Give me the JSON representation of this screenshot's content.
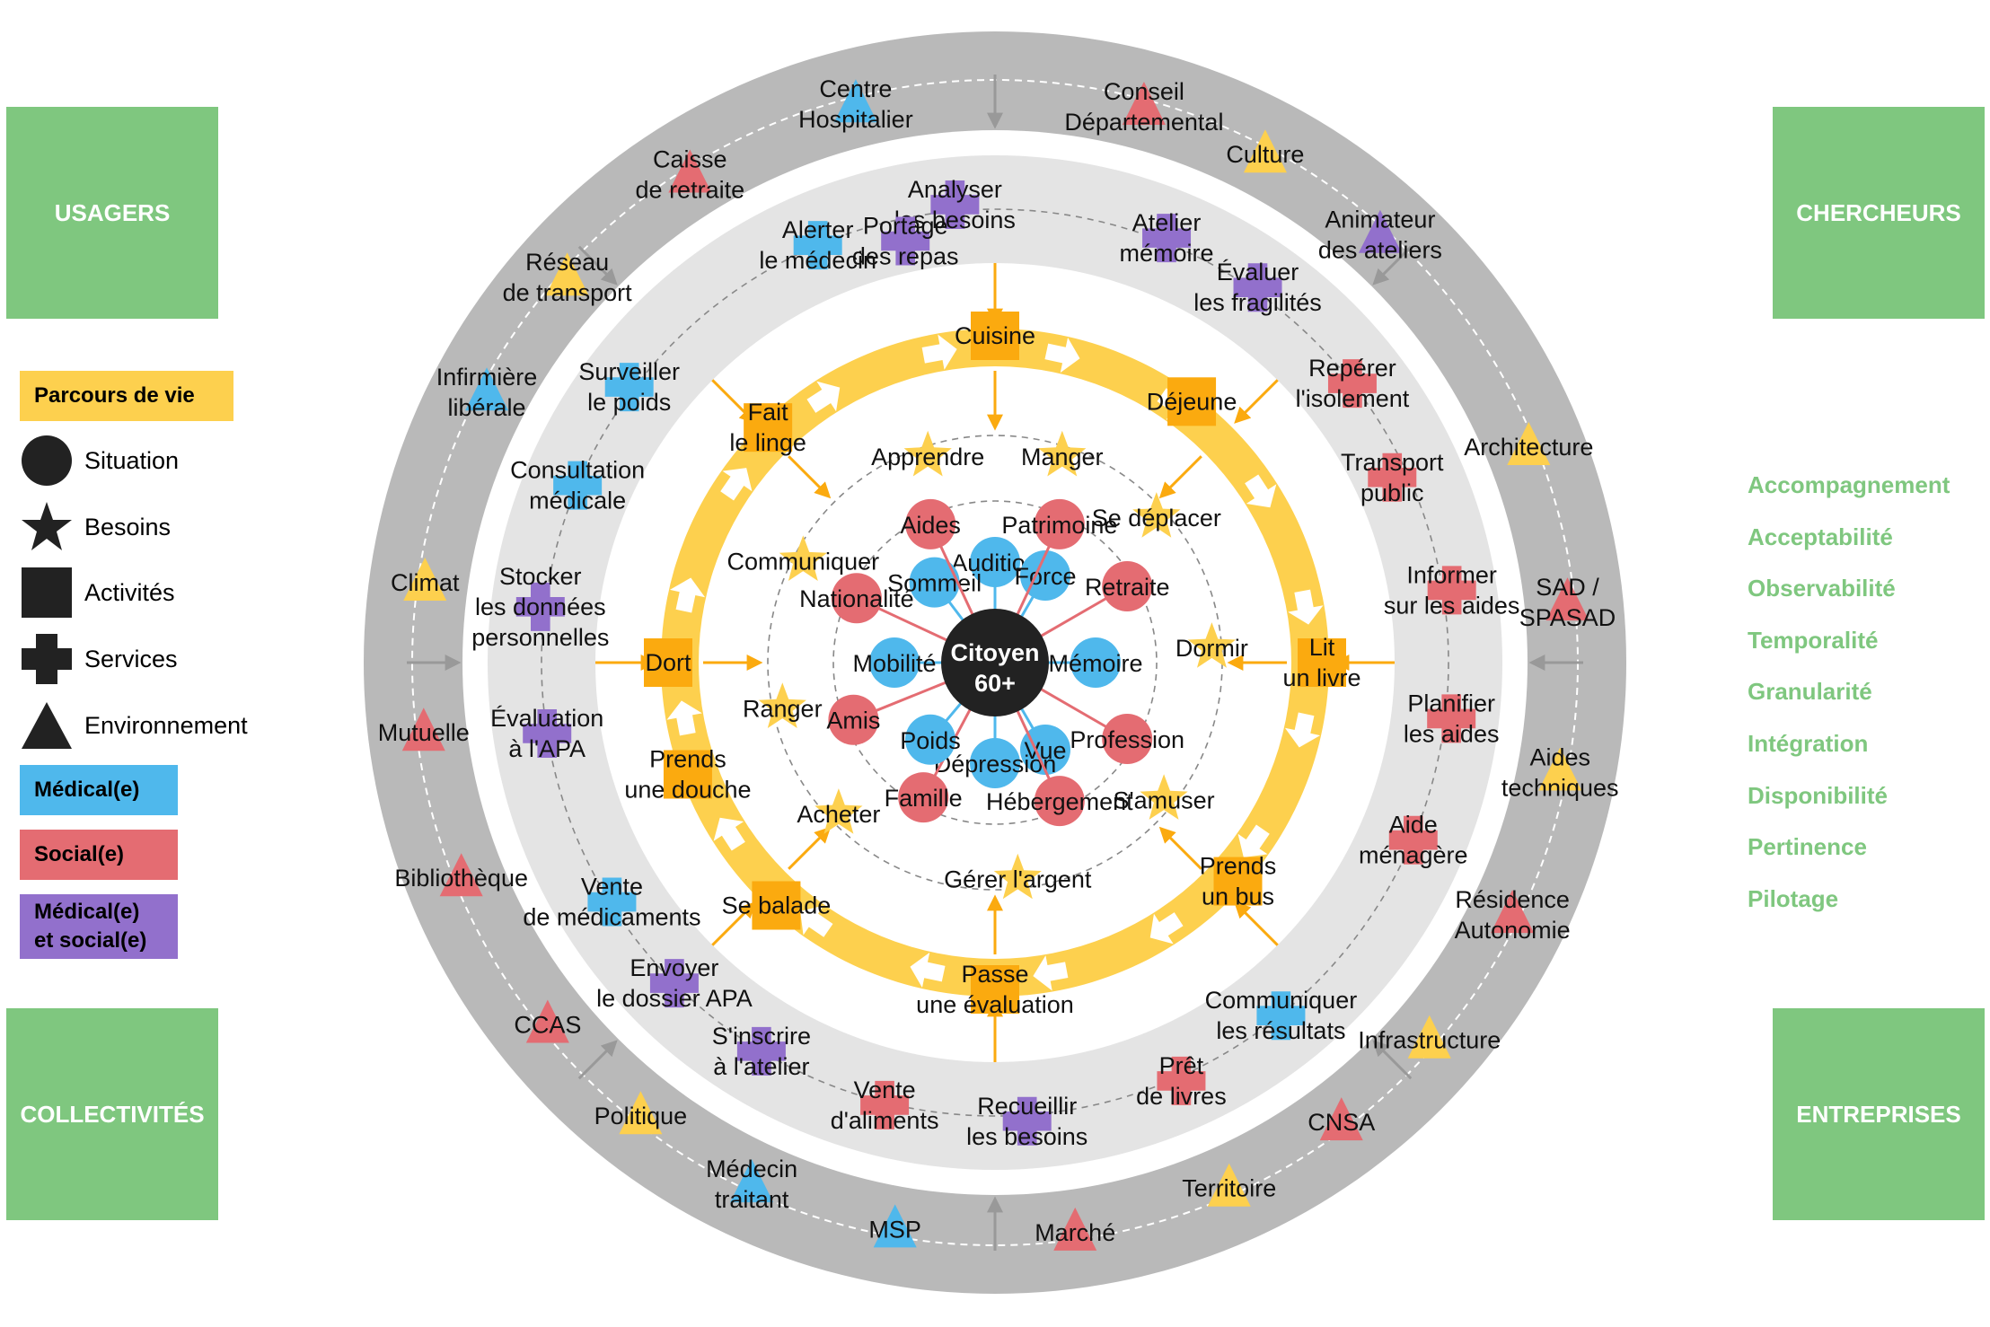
{
  "corners": {
    "usagers": "USAGERS",
    "chercheurs": "CHERCHEURS",
    "collectivites": "COLLECTIVITÉS",
    "entreprises": "ENTREPRISES"
  },
  "legend": {
    "parcours": "Parcours de vie",
    "situation": "Situation",
    "besoins": "Besoins",
    "activites": "Activités",
    "services": "Services",
    "environnement": "Environnement",
    "medical": "Médical(e)",
    "social": "Social(e)",
    "medsoc_line1": "Médical(e)",
    "medsoc_line2": "et social(e)"
  },
  "criteria": [
    "Accompagnement",
    "Acceptabilité",
    "Observabilité",
    "Temporalité",
    "Granularité",
    "Intégration",
    "Disponibilité",
    "Pertinence",
    "Pilotage"
  ],
  "colors": {
    "medical": "#4fb8ec",
    "social": "#e46c72",
    "medsoc": "#9270cc",
    "environment": "#fdd04e",
    "activity": "#fbaa0f",
    "ring_yellow": "#fdd04e",
    "ring_dark": "#b9b9b9",
    "ring_light": "#e4e4e4",
    "green": "#7fc77f",
    "center": "#222222"
  },
  "center": {
    "line1": "Citoyen",
    "line2": "60+"
  },
  "situations": [
    {
      "label": "Audition",
      "cat": "medical",
      "angle": -90
    },
    {
      "label": "Force",
      "cat": "medical",
      "angle": -60
    },
    {
      "label": "Retraite",
      "cat": "social",
      "angle": -30
    },
    {
      "label": "Mémoire",
      "cat": "medical",
      "angle": 0
    },
    {
      "label": "Profession",
      "cat": "social",
      "angle": 30
    },
    {
      "label": "Vue",
      "cat": "medical",
      "angle": 60
    },
    {
      "label": "Dépression",
      "cat": "medical",
      "angle": 90
    },
    {
      "label": "Hébergement",
      "cat": "social",
      "angle": 65
    },
    {
      "label": "Famille",
      "cat": "social",
      "angle": 118
    },
    {
      "label": "Poids",
      "cat": "medical",
      "angle": 130
    },
    {
      "label": "Amis",
      "cat": "social",
      "angle": 158
    },
    {
      "label": "Mobilité",
      "cat": "medical",
      "angle": 180
    },
    {
      "label": "Nationalité",
      "cat": "social",
      "angle": -155
    },
    {
      "label": "Sommeil",
      "cat": "medical",
      "angle": -127
    },
    {
      "label": "Aides",
      "cat": "social",
      "angle": -115
    },
    {
      "label": "Patrimoine",
      "cat": "social",
      "angle": -65
    }
  ],
  "needs": [
    "Apprendre",
    "Manger",
    "Se déplacer",
    "Dormir",
    "S'amuser",
    "Gérer l'argent",
    "Acheter",
    "Ranger",
    "Communiquer"
  ],
  "activities": [
    {
      "l1": "Cuisine",
      "l2": ""
    },
    {
      "l1": "Déjeune",
      "l2": ""
    },
    {
      "l1": "Lit",
      "l2": "un livre"
    },
    {
      "l1": "Prends",
      "l2": "un bus"
    },
    {
      "l1": "Passe",
      "l2": "une évaluation"
    },
    {
      "l1": "Se balade",
      "l2": ""
    },
    {
      "l1": "Prends",
      "l2": "une douche"
    },
    {
      "l1": "Dort",
      "l2": ""
    },
    {
      "l1": "Fait",
      "l2": "le linge"
    }
  ],
  "services": [
    {
      "l1": "Analyser",
      "l2": "les besoins",
      "cat": "medsoc"
    },
    {
      "l1": "Atelier",
      "l2": "mémoire",
      "cat": "medsoc"
    },
    {
      "l1": "Évaluer",
      "l2": "les fragilités",
      "cat": "medsoc"
    },
    {
      "l1": "Repérer",
      "l2": "l'isolement",
      "cat": "social"
    },
    {
      "l1": "Transport",
      "l2": "public",
      "cat": "social"
    },
    {
      "l1": "Informer",
      "l2": "sur les aides",
      "cat": "social"
    },
    {
      "l1": "Planifier",
      "l2": "les aides",
      "cat": "social"
    },
    {
      "l1": "Aide",
      "l2": "ménagère",
      "cat": "social"
    },
    {
      "l1": "Communiquer",
      "l2": "les résultats",
      "cat": "medical"
    },
    {
      "l1": "Prêt",
      "l2": "de livres",
      "cat": "social"
    },
    {
      "l1": "Recueillir",
      "l2": "les besoins",
      "cat": "medsoc"
    },
    {
      "l1": "Vente",
      "l2": "d'aliments",
      "cat": "social"
    },
    {
      "l1": "S'inscrire",
      "l2": "à l'atelier",
      "cat": "medsoc"
    },
    {
      "l1": "Envoyer",
      "l2": "le dossier APA",
      "cat": "medsoc"
    },
    {
      "l1": "Vente",
      "l2": "de médicaments",
      "cat": "medical"
    },
    {
      "l1": "Évaluation",
      "l2": "à l'APA",
      "cat": "medsoc"
    },
    {
      "l1": "Stocker",
      "l2": "les données",
      "l3": "personnelles",
      "cat": "medsoc"
    },
    {
      "l1": "Consultation",
      "l2": "médicale",
      "cat": "medical"
    },
    {
      "l1": "Surveiller",
      "l2": "le poids",
      "cat": "medical"
    },
    {
      "l1": "Alerter",
      "l2": "le médecin",
      "cat": "medical"
    },
    {
      "l1": "Portage",
      "l2": "des repas",
      "cat": "medsoc"
    }
  ],
  "environment": [
    {
      "l1": "Conseil",
      "l2": "Départemental",
      "cat": "social"
    },
    {
      "l1": "Culture",
      "l2": "",
      "cat": "environment"
    },
    {
      "l1": "Animateur",
      "l2": "des ateliers",
      "cat": "medsoc"
    },
    {
      "l1": "Architecture",
      "l2": "",
      "cat": "environment"
    },
    {
      "l1": "SAD /",
      "l2": "SPASAD",
      "cat": "social"
    },
    {
      "l1": "Aides",
      "l2": "techniques",
      "cat": "environment"
    },
    {
      "l1": "Résidence",
      "l2": "Autonomie",
      "cat": "social"
    },
    {
      "l1": "Infrastructure",
      "l2": "",
      "cat": "environment"
    },
    {
      "l1": "CNSA",
      "l2": "",
      "cat": "social"
    },
    {
      "l1": "Territoire",
      "l2": "",
      "cat": "environment"
    },
    {
      "l1": "Marché",
      "l2": "",
      "cat": "social"
    },
    {
      "l1": "MSP",
      "l2": "",
      "cat": "medical"
    },
    {
      "l1": "Médecin",
      "l2": "traitant",
      "cat": "medical"
    },
    {
      "l1": "Politique",
      "l2": "",
      "cat": "environment"
    },
    {
      "l1": "CCAS",
      "l2": "",
      "cat": "social"
    },
    {
      "l1": "Bibliothèque",
      "l2": "",
      "cat": "social"
    },
    {
      "l1": "Mutuelle",
      "l2": "",
      "cat": "social"
    },
    {
      "l1": "Climat",
      "l2": "",
      "cat": "environment"
    },
    {
      "l1": "Infirmière",
      "l2": "libérale",
      "cat": "medical"
    },
    {
      "l1": "Réseau",
      "l2": "de transport",
      "cat": "environment"
    },
    {
      "l1": "Caisse",
      "l2": "de retraite",
      "cat": "social"
    },
    {
      "l1": "Centre",
      "l2": "Hospitalier",
      "cat": "medical"
    }
  ]
}
